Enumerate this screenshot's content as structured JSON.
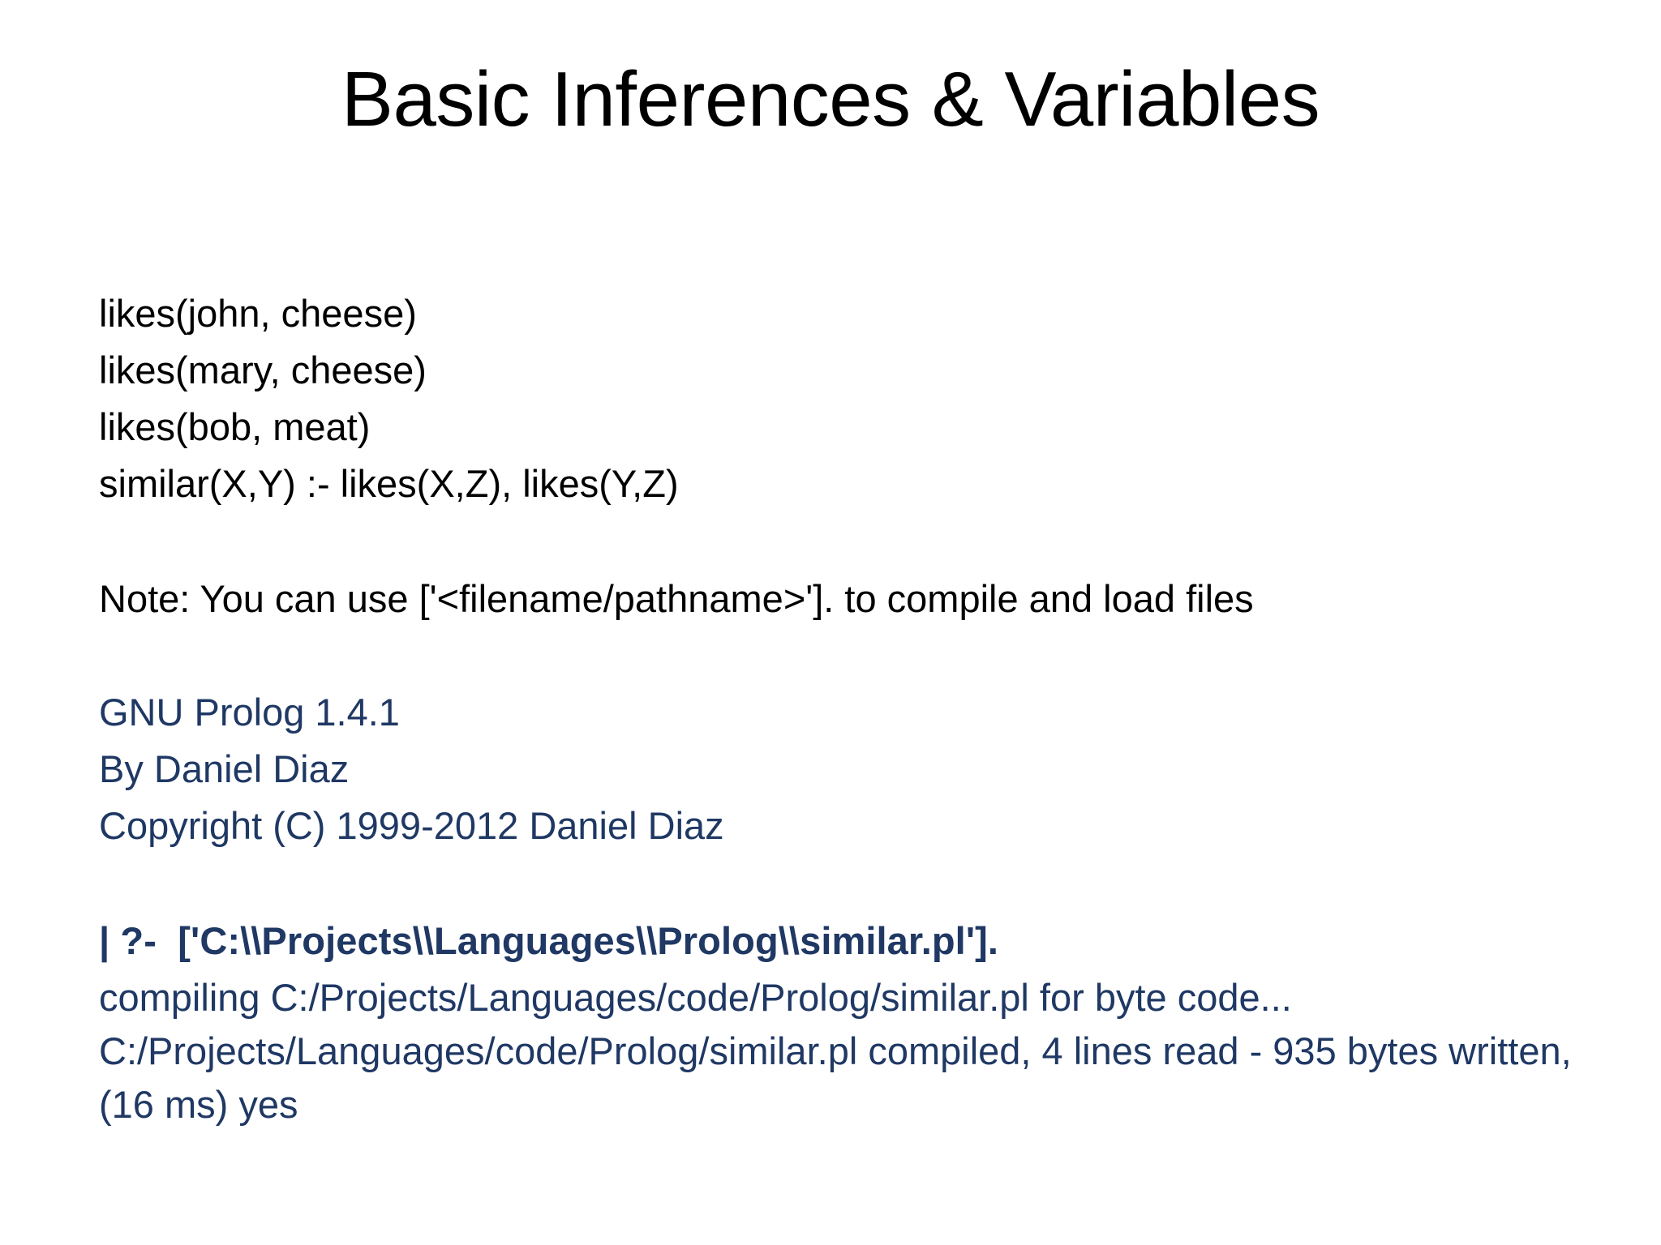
{
  "slide": {
    "title": "Basic Inferences & Variables",
    "background_color": "#FFFFFF",
    "title_color": "#000000",
    "code_color": "#000000",
    "console_color": "#1F3864"
  },
  "code_lines": [
    "likes(john, cheese)",
    "likes(mary, cheese)",
    "likes(bob, meat)",
    "similar(X,Y) :- likes(X,Z), likes(Y,Z)"
  ],
  "note": "Note: You can use ['<filename/pathname>']. to compile and load files",
  "console_header": [
    "GNU Prolog 1.4.1",
    "By Daniel Diaz",
    "Copyright (C) 1999-2012 Daniel Diaz"
  ],
  "console_query": "| ?-  ['C:\\\\Projects\\\\Languages\\\\Prolog\\\\similar.pl'].",
  "console_output": [
    "compiling C:/Projects/Languages/code/Prolog/similar.pl for byte code...",
    "C:/Projects/Languages/code/Prolog/similar.pl compiled, 4 lines read - 935 bytes written,",
    "(16 ms) yes"
  ]
}
